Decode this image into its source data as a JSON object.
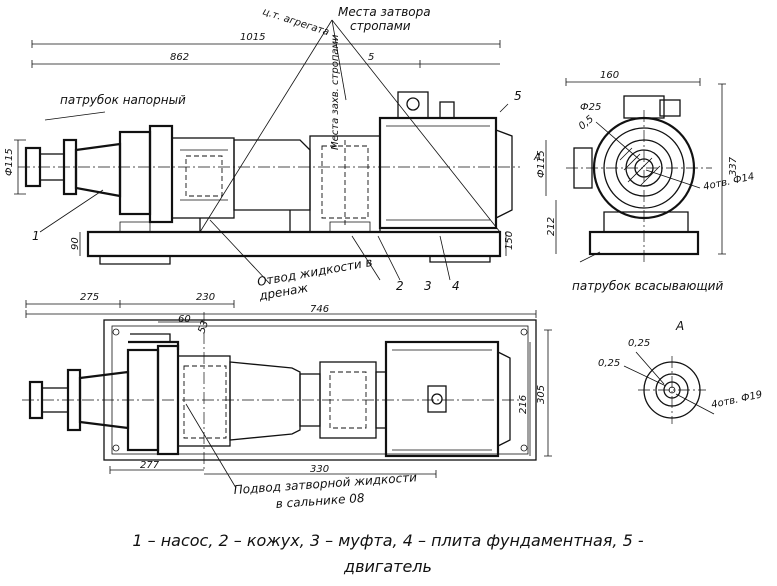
{
  "labels": {
    "gate_places": "Места затвора",
    "gate_places_2": "стропами",
    "discharge_nozzle": "патрубок напорный",
    "suction_nozzle": "патрубок всасывающий",
    "drain_outlet": "Отвод жидкости в",
    "drain_outlet_2": "дренаж",
    "seal_inlet": "Подвод затворной жидкости",
    "seal_inlet_2": "в сальнике 08",
    "view_a": "А",
    "view_a_arrow": "А",
    "center_of_mass": "ц.т. агрегата",
    "lifting": "Места захв. стропами",
    "four_holes_1": "4отв. Ф14",
    "four_holes_2": "4отв. Ф19",
    "tol_1": "0,5",
    "tol_2": "0,25",
    "tol_3": "0,25"
  },
  "dimensions": {
    "d1015": "1015",
    "d862": "862",
    "d5": "5",
    "d115": "Ф115",
    "d90": "90",
    "d150": "150",
    "d160": "160",
    "d25": "Ф25",
    "d115b": "Ф115",
    "d212": "212",
    "d337": "337",
    "d275": "275",
    "d230": "230",
    "d746": "746",
    "d60": "60",
    "d53": "53",
    "d216": "216",
    "d305": "305",
    "d277": "277",
    "d330": "330"
  },
  "callouts": [
    "1",
    "2",
    "3",
    "4",
    "5"
  ],
  "caption": {
    "line1": "1 – насос, 2 – кожух, 3 – муфта, 4 – плита фундаментная, 5 -",
    "line2": "двигатель"
  }
}
